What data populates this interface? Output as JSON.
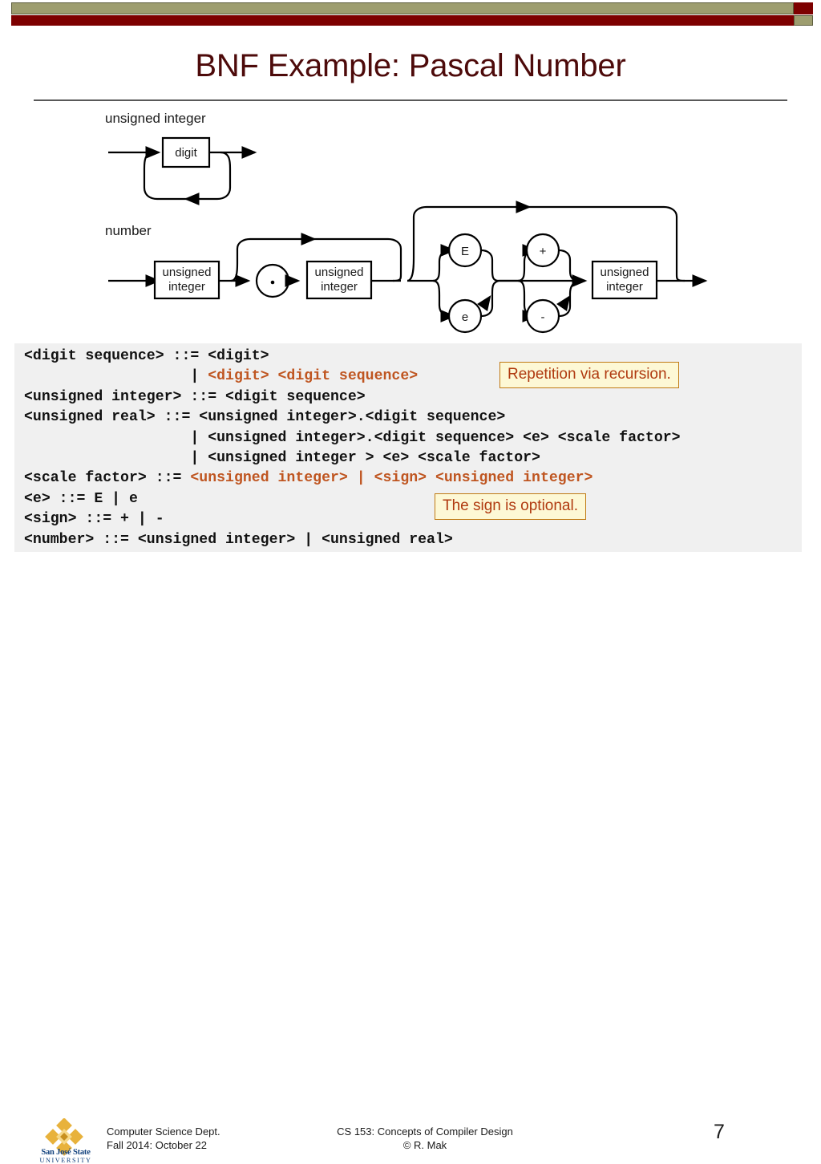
{
  "slide": {
    "title": "BNF Example: Pascal Number",
    "page_number": "7"
  },
  "theme": {
    "title_color": "#4d0a0a",
    "bar_olive": "#9d9d6f",
    "bar_maroon": "#7d0000",
    "highlight_orange": "#bf5520",
    "callout_bg": "#fdf8d5",
    "callout_border": "#c07a14",
    "callout_text": "#b03a10",
    "panel_bg": "#f0f0f0"
  },
  "diagrams": [
    {
      "name": "unsigned integer",
      "label": "unsigned integer",
      "nodes": [
        {
          "kind": "box",
          "text": "digit"
        }
      ],
      "loop": "repeat-back"
    },
    {
      "name": "number",
      "label": "number",
      "nodes": [
        {
          "kind": "box",
          "text": "unsigned integer"
        },
        {
          "kind": "circle",
          "text": "."
        },
        {
          "kind": "box",
          "text": "unsigned integer"
        },
        {
          "kind": "circle",
          "text": "E"
        },
        {
          "kind": "circle",
          "text": "e"
        },
        {
          "kind": "circle",
          "text": "+"
        },
        {
          "kind": "circle",
          "text": "-"
        },
        {
          "kind": "box",
          "text": "unsigned integer"
        }
      ]
    }
  ],
  "grammar": {
    "lines": [
      [
        {
          "t": "<digit sequence> ::= <digit>",
          "c": "black"
        }
      ],
      [
        {
          "t": "                   | ",
          "c": "black"
        },
        {
          "t": "<digit> <digit sequence>",
          "c": "orange"
        }
      ],
      [
        {
          "t": "<unsigned integer> ::= <digit sequence>",
          "c": "black"
        }
      ],
      [
        {
          "t": "<unsigned real> ::= <unsigned integer>.<digit sequence>",
          "c": "black"
        }
      ],
      [
        {
          "t": "                   | <unsigned integer>.<digit sequence> <e> <scale factor>",
          "c": "black"
        }
      ],
      [
        {
          "t": "                   | <unsigned integer > <e> <scale factor>",
          "c": "black"
        }
      ],
      [
        {
          "t": "<scale factor> ::= ",
          "c": "black"
        },
        {
          "t": "<unsigned integer> | <sign> <unsigned integer>",
          "c": "orange"
        }
      ],
      [
        {
          "t": "<e> ::= E | e",
          "c": "black"
        }
      ],
      [
        {
          "t": "<sign> ::= + | -",
          "c": "black"
        }
      ],
      [
        {
          "t": "<number> ::= <unsigned integer> | <unsigned real>",
          "c": "black"
        }
      ]
    ]
  },
  "callouts": {
    "repetition": "Repetition via recursion.",
    "sign": "The sign is optional."
  },
  "footer": {
    "logo_name": "San José State",
    "logo_university": "UNIVERSITY",
    "left_line1": "Computer Science Dept.",
    "left_line2": "Fall 2014: October 22",
    "center_line1": "CS 153: Concepts of Compiler Design",
    "center_line2": "© R. Mak"
  }
}
